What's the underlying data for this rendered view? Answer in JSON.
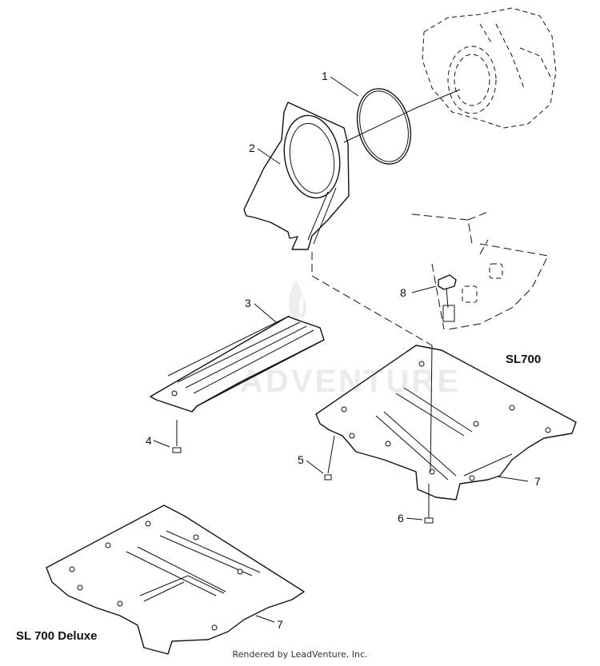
{
  "watermark": {
    "text": "ADVENTURE"
  },
  "callouts": [
    "1",
    "2",
    "3",
    "4",
    "5",
    "6",
    "7",
    "7",
    "8"
  ],
  "variants": {
    "sl700": "SL700",
    "deluxe": "SL 700 Deluxe"
  },
  "footer": "Rendered by LeadVenture, Inc."
}
